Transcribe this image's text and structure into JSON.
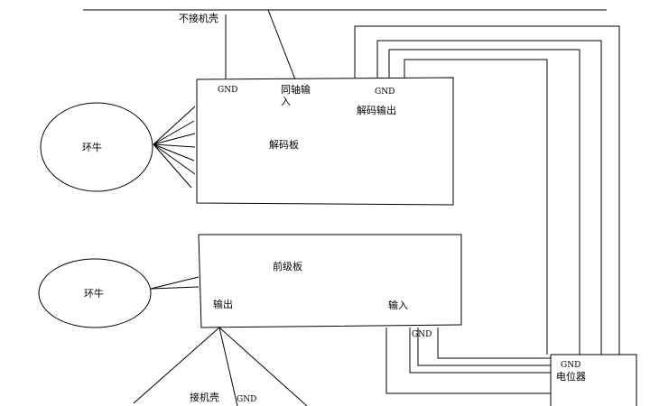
{
  "labels": {
    "ground_top": "不接机壳",
    "toroid_top": "环牛",
    "decoder_gnd_left": "GND",
    "coax_input": "同轴输入",
    "decoder_gnd_right": "GND",
    "decoder_output": "解码输出",
    "decoder_board": "解码板",
    "toroid_bottom": "环牛",
    "preamp_board": "前级板",
    "preamp_output": "输出",
    "preamp_input": "输入",
    "preamp_gnd": "GND",
    "ground_bottom": "接机壳",
    "ground_bottom_gnd": "GND",
    "pot_gnd": "GND",
    "potentiometer": "电位器"
  }
}
